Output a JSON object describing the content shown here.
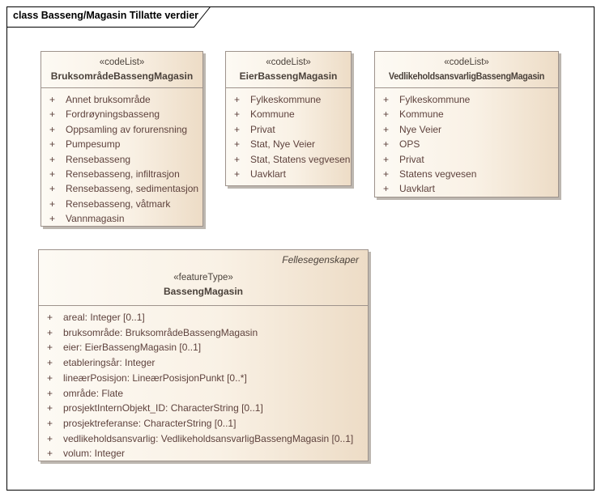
{
  "frame": {
    "title": "class Basseng/Magasin Tillatte verdier"
  },
  "visibility_marker": "+",
  "boxes": [
    {
      "stereotype": "«codeList»",
      "name": "BruksområdeBassengMagasin",
      "items": [
        "Annet bruksområde",
        "Fordrøyningsbasseng",
        "Oppsamling av forurensning",
        "Pumpesump",
        "Rensebasseng",
        "Rensebasseng, infiltrasjon",
        "Rensebasseng, sedimentasjon",
        "Rensebasseng, våtmark",
        "Vannmagasin"
      ]
    },
    {
      "stereotype": "«codeList»",
      "name": "EierBassengMagasin",
      "items": [
        "Fylkeskommune",
        "Kommune",
        "Privat",
        "Stat, Nye Veier",
        "Stat, Statens vegvesen",
        "Uavklart"
      ]
    },
    {
      "stereotype": "«codeList»",
      "name": "VedlikeholdsansvarligBassengMagasin",
      "items": [
        "Fylkeskommune",
        "Kommune",
        "Nye Veier",
        "OPS",
        "Privat",
        "Statens vegvesen",
        "Uavklart"
      ]
    },
    {
      "tag": "Fellesegenskaper",
      "stereotype": "«featureType»",
      "name": "BassengMagasin",
      "items": [
        "areal: Integer [0..1]",
        "bruksområde: BruksområdeBassengMagasin",
        "eier: EierBassengMagasin [0..1]",
        "etableringsår: Integer",
        "lineærPosisjon: LineærPosisjonPunkt [0..*]",
        "område: Flate",
        "prosjektInternObjekt_ID: CharacterString [0..1]",
        "prosjektreferanse: CharacterString [0..1]",
        "vedlikeholdsansvarlig: VedlikeholdsansvarligBassengMagasin [0..1]",
        "volum: Integer"
      ]
    }
  ],
  "colors": {
    "frame_border": "#000000",
    "box_border": "#9e938c",
    "box_fill_left": "#fdfaf4",
    "box_fill_right": "#eddcc6",
    "box_shadow": "#bdb7b0",
    "header_text": "#4a413a",
    "attribute_text": "#5e423d"
  }
}
